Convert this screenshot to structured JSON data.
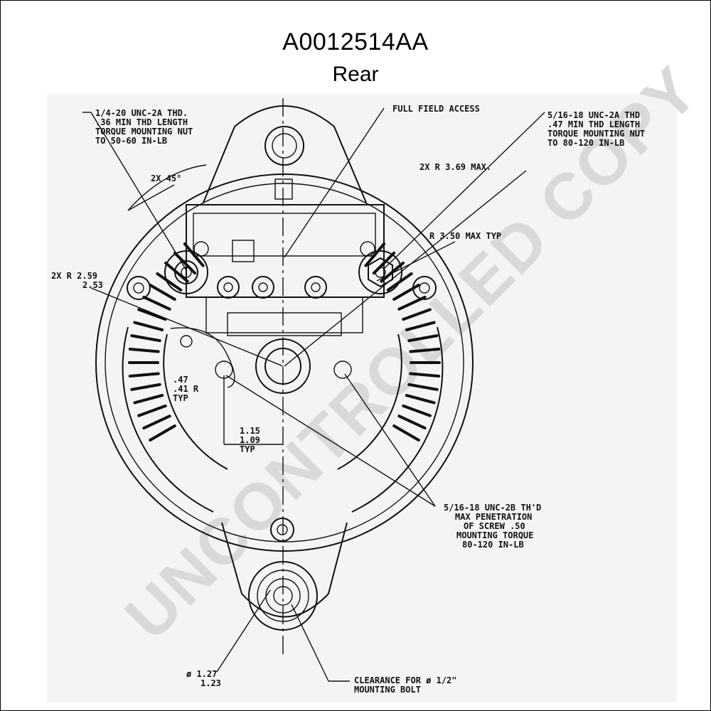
{
  "header": {
    "part_number": "A0012514AA",
    "view": "Rear"
  },
  "watermark": "UNCONTROLLED COPY",
  "callouts": {
    "left_mount_thread": [
      "1/4-20 UNC-2A THD.",
      ".36 MIN THD LENGTH",
      "TORQUE MOUNTING NUT",
      "TO 50-60 IN-LB"
    ],
    "chamfer": "2X 45°",
    "full_field": "FULL FIELD ACCESS",
    "right_mount_thread": [
      "5/16-18 UNC-2A THD",
      ".47 MIN THD LENGTH",
      "TORQUE MOUNTING NUT",
      "TO 80-120 IN-LB"
    ],
    "radius_max": "2X R 3.69 MAX.",
    "radius_typ": "R 3.50 MAX TYP",
    "radius_left": [
      "2X R 2.59",
      "2.53"
    ],
    "hole_radius": [
      ".47",
      ".41 R",
      "TYP"
    ],
    "hole_spacing": [
      "1.15",
      "1.09",
      "TYP"
    ],
    "screw_thread": [
      "5/16-18 UNC-2B TH'D",
      "MAX PENETRATION",
      "OF SCREW .50",
      "MOUNTING TORQUE",
      "80-120 IN-LB"
    ],
    "bore_diameter": [
      "ø 1.27",
      "1.23"
    ],
    "bolt_clearance": [
      "CLEARANCE FOR ø 1/2\"",
      "MOUNTING BOLT"
    ]
  }
}
